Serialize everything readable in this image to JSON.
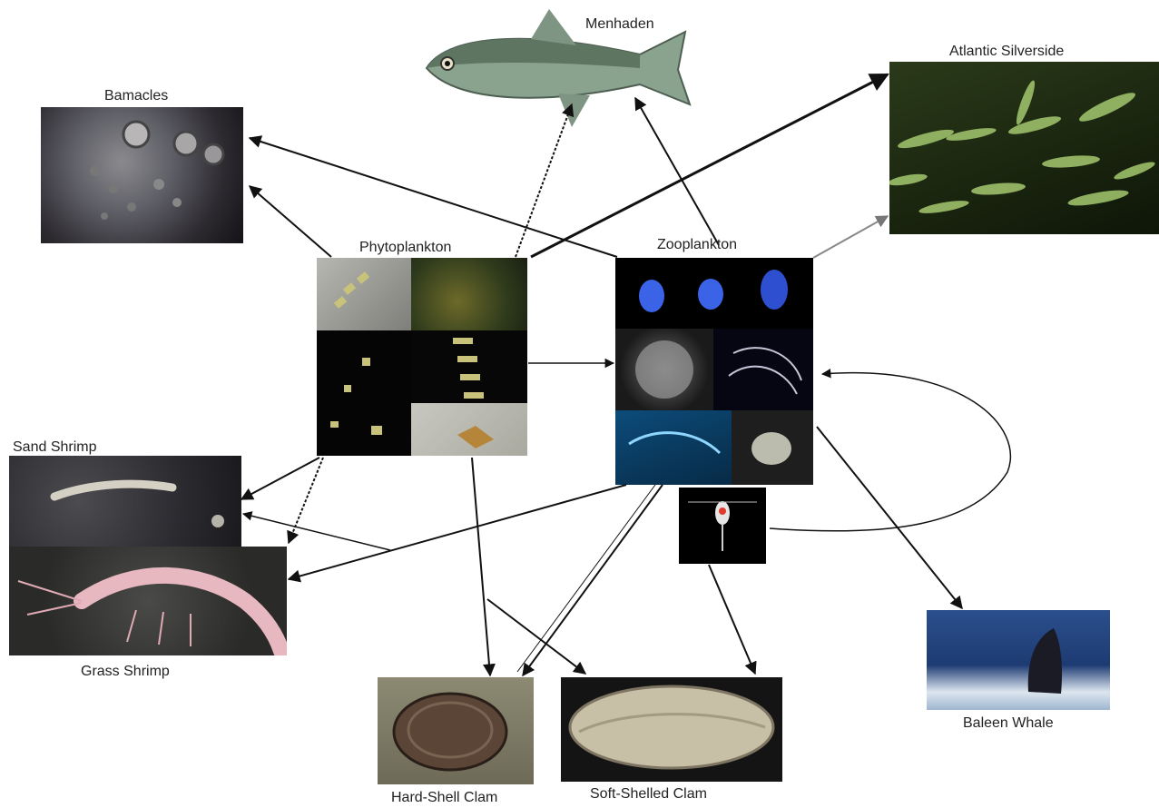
{
  "labels": {
    "menhaden": "Menhaden",
    "atlantic_silverside": "Atlantic Silverside",
    "barnacles": "Bamacles",
    "phytoplankton": "Phytoplankton",
    "zooplankton": "Zooplankton",
    "sand_shrimp": "Sand Shrimp",
    "grass_shrimp": "Grass Shrimp",
    "baleen_whale": "Baleen Whale",
    "hard_shell_clam": "Hard-Shell Clam",
    "soft_shelled_clam": "Soft-Shelled Clam"
  },
  "feeding_links": [
    {
      "from": "Phytoplankton",
      "to": "Bamacles"
    },
    {
      "from": "Phytoplankton",
      "to": "Menhaden"
    },
    {
      "from": "Phytoplankton",
      "to": "Atlantic Silverside"
    },
    {
      "from": "Phytoplankton",
      "to": "Zooplankton"
    },
    {
      "from": "Phytoplankton",
      "to": "Sand Shrimp"
    },
    {
      "from": "Phytoplankton",
      "to": "Grass Shrimp"
    },
    {
      "from": "Phytoplankton",
      "to": "Hard-Shell Clam"
    },
    {
      "from": "Phytoplankton",
      "to": "Soft-Shelled Clam"
    },
    {
      "from": "Zooplankton",
      "to": "Bamacles"
    },
    {
      "from": "Zooplankton",
      "to": "Menhaden"
    },
    {
      "from": "Zooplankton",
      "to": "Atlantic Silverside"
    },
    {
      "from": "Zooplankton",
      "to": "Sand Shrimp"
    },
    {
      "from": "Zooplankton",
      "to": "Grass Shrimp"
    },
    {
      "from": "Zooplankton",
      "to": "Hard-Shell Clam"
    },
    {
      "from": "Zooplankton",
      "to": "Soft-Shelled Clam"
    },
    {
      "from": "Zooplankton",
      "to": "Baleen Whale"
    },
    {
      "from": "Zooplankton",
      "to": "Zooplankton"
    }
  ]
}
